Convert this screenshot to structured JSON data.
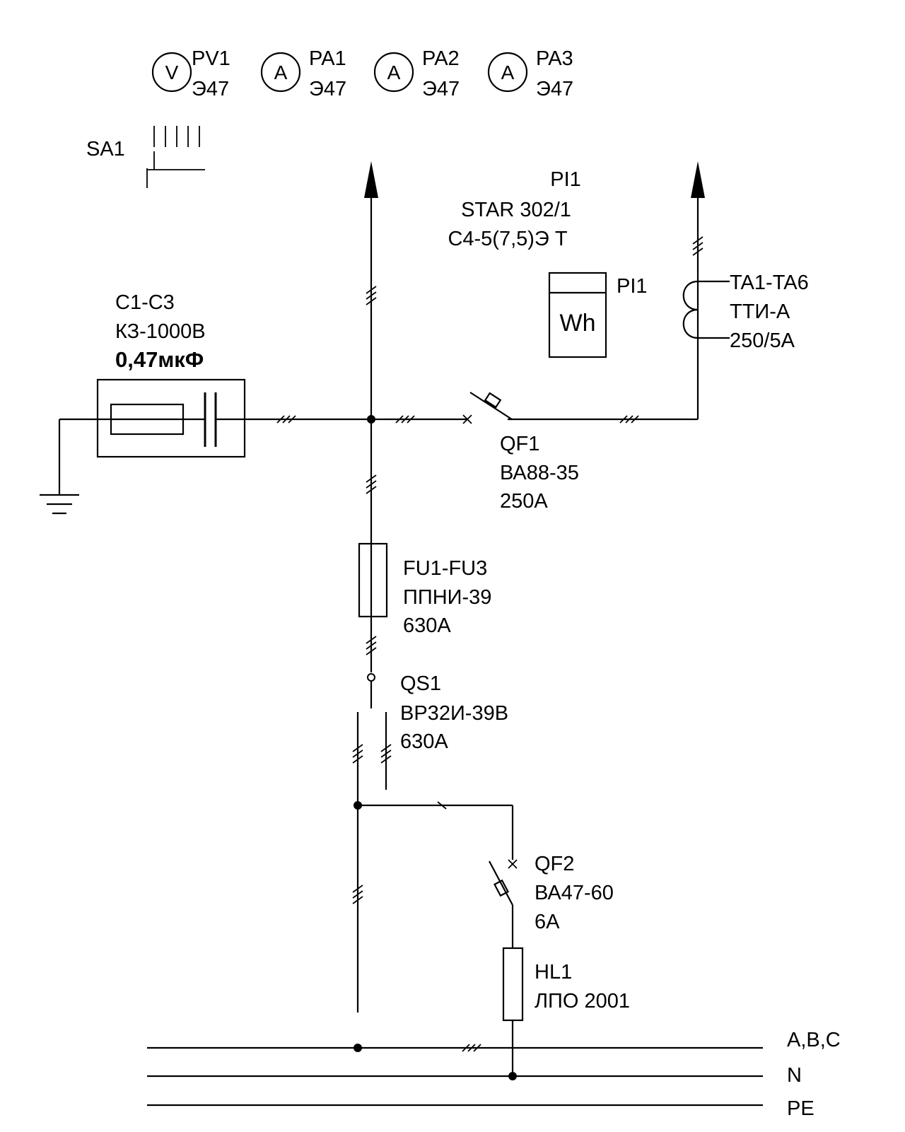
{
  "meters": [
    {
      "symbol": "V",
      "label": "PV1",
      "model": "Э47"
    },
    {
      "symbol": "A",
      "label": "PA1",
      "model": "Э47"
    },
    {
      "symbol": "A",
      "label": "PA2",
      "model": "Э47"
    },
    {
      "symbol": "A",
      "label": "PA3",
      "model": "Э47"
    }
  ],
  "sa1": {
    "label": "SA1"
  },
  "energy_meter": {
    "label": "PI1",
    "model": "STAR 302/1",
    "spec": "С4-5(7,5)Э Т",
    "box_label": "PI1",
    "box_symbol": "Wh"
  },
  "current_transformers": {
    "label": "TA1-TA6",
    "model": "ТТИ-А",
    "rating": "250/5А"
  },
  "capacitors": {
    "label": "С1-С3",
    "model": "КЗ-1000В",
    "value": "0,47мкФ"
  },
  "qf1": {
    "label": "QF1",
    "model": "ВА88-35",
    "rating": "250А"
  },
  "fuses": {
    "label": "FU1-FU3",
    "model": "ППНИ-39",
    "rating": "630А"
  },
  "qs1": {
    "label": "QS1",
    "model": "ВР32И-39В",
    "rating": "630А"
  },
  "qf2": {
    "label": "QF2",
    "model": "ВА47-60",
    "rating": "6А"
  },
  "hl1": {
    "label": "HL1",
    "model": "ЛПО 2001"
  },
  "buses": {
    "phase": "A,B,C",
    "neutral": "N",
    "earth": "PE"
  }
}
